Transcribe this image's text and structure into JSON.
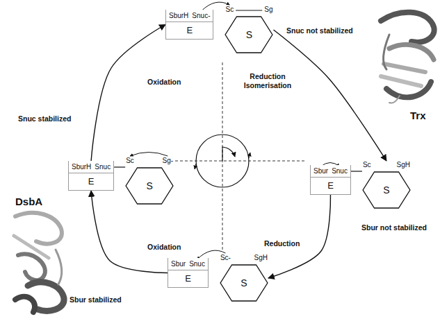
{
  "diagram": {
    "nodes": [
      {
        "text": [
          "SburH",
          "Snuc-",
          "E"
        ]
      },
      {
        "text": [
          "Sc",
          "Sg",
          "S"
        ]
      },
      {
        "text": [
          "Sbur",
          "Snuc",
          "E"
        ]
      },
      {
        "text": [
          "Sc",
          "SgH",
          "S"
        ]
      },
      {
        "text": [
          "Sbur",
          "Snuc",
          "E"
        ]
      },
      {
        "text": [
          "Sc-",
          "SgH",
          "S"
        ]
      },
      {
        "text": [
          "SburH",
          "Snuc",
          "E"
        ]
      },
      {
        "text": [
          "Sc",
          "Sg-",
          "S"
        ]
      }
    ],
    "edges": [
      {
        "from": 1,
        "to": 3,
        "arrow": "to"
      },
      {
        "from": 2,
        "to": 5,
        "arrow": "to"
      },
      {
        "from": 4,
        "to": 6,
        "arrow": "to"
      },
      {
        "from": 6,
        "to": 0,
        "arrow": "to"
      },
      {
        "from": 2,
        "to": 3,
        "arrow": "none"
      },
      {
        "from": 6,
        "to": 7,
        "arrow": "none"
      }
    ],
    "labels": [
      "Oxidation",
      "Reduction Isomerisation",
      "Snuc not stabilized",
      "Sbur not stabilized",
      "Reduction",
      "Sbur stabilized",
      "Oxidation",
      "Snuc stabilized",
      "Trx",
      "DsbA"
    ]
  }
}
